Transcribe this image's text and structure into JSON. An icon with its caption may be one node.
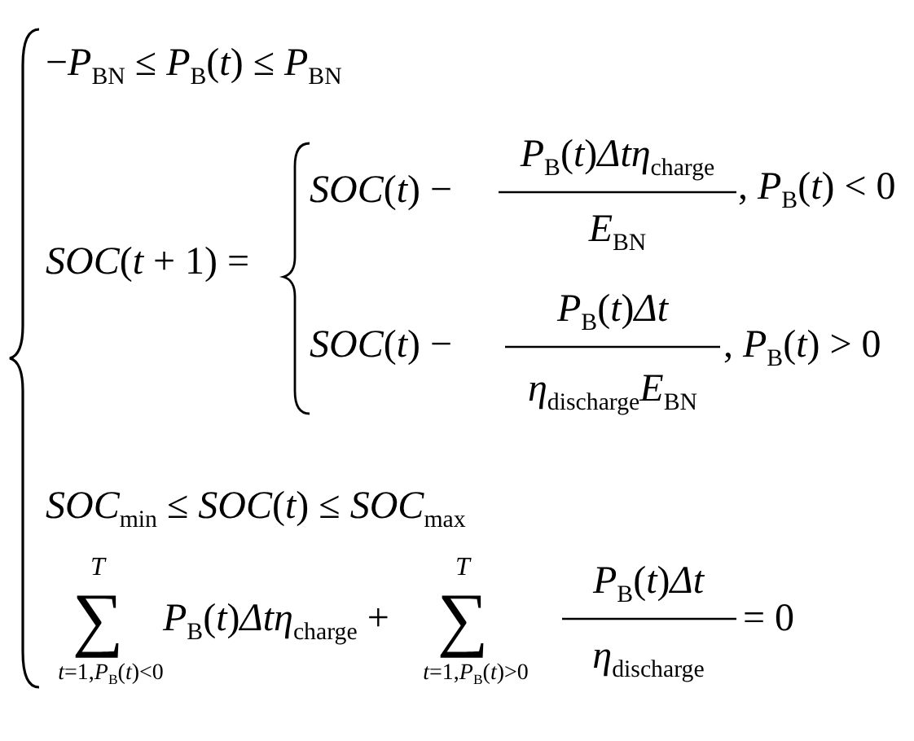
{
  "diagram": {
    "labels": [
      "−*P*$_{BN}$ ≤ *P*$_{B}$(*t*) ≤ *P*$_{BN}$",
      "*SOC*(*t* + 1) =",
      "*SOC*(*t*) −",
      "*P*$_{B}$(*t*)*Δtη*$_{charge}$",
      "*E*$_{BN}$",
      ", *P*$_{B}$(*t*) < 0",
      "*SOC*(*t*) −",
      "*P*$_{B}$(*t*)*Δt*",
      "*η*$_{discharge}$*E*$_{BN}$",
      ", *P*$_{B}$(*t*) > 0",
      "*SOC*$_{min}$ ≤ *SOC*(*t*) ≤ *SOC*$_{max}$",
      "*T*",
      "∑",
      "*t*=1,*P*$_{B}$(*t*)<0",
      "*P*$_{B}$(*t*)*Δtη*$_{charge}$ +",
      "*T*",
      "∑",
      "*t*=1,*P*$_{B}$(*t*)>0",
      "*P*$_{B}$(*t*)*Δt*",
      "*η*$_{discharge}$",
      "= 0"
    ]
  }
}
